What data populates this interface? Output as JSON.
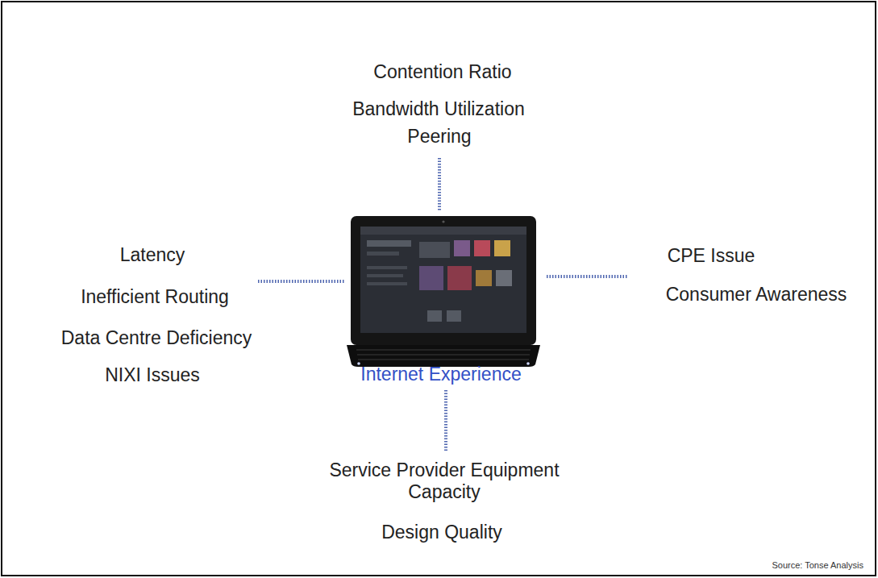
{
  "diagram": {
    "labels": [
      "Contention Ratio",
      "Bandwidth Utilization",
      "Peering",
      "Latency",
      "Inefficient Routing",
      "Data Centre Deficiency",
      "NIXI Issues",
      "CPE Issue",
      "Consumer Awareness",
      "Internet Experience",
      "Service Provider Equipment Capacity",
      "Design Quality",
      "Source: Tonse Analysis"
    ]
  }
}
